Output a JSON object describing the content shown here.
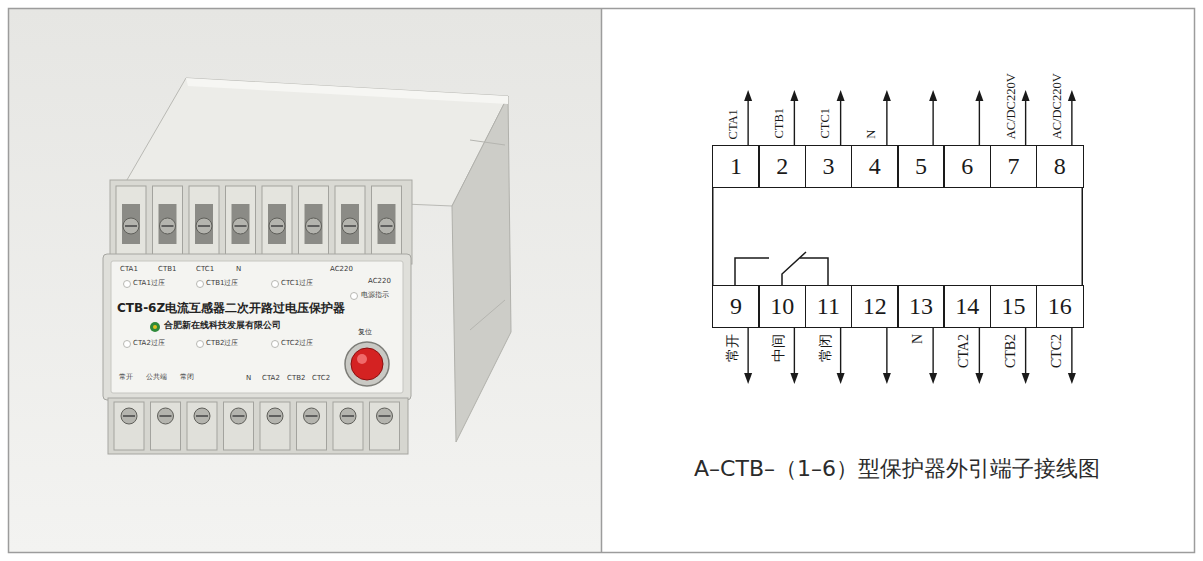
{
  "diagram": {
    "caption": "A–CTB–（1–6）型保护器外引端子接线图",
    "nodes": [
      {
        "text": [
          "1"
        ]
      },
      {
        "text": [
          "2"
        ]
      },
      {
        "text": [
          "3"
        ]
      },
      {
        "text": [
          "4"
        ]
      },
      {
        "text": [
          "5"
        ]
      },
      {
        "text": [
          "6"
        ]
      },
      {
        "text": [
          "7"
        ]
      },
      {
        "text": [
          "8"
        ]
      },
      {
        "text": [
          "9"
        ]
      },
      {
        "text": [
          "10"
        ]
      },
      {
        "text": [
          "11"
        ]
      },
      {
        "text": [
          "12"
        ]
      },
      {
        "text": [
          "13"
        ]
      },
      {
        "text": [
          "14"
        ]
      },
      {
        "text": [
          "15"
        ]
      },
      {
        "text": [
          "16"
        ]
      }
    ],
    "labels": [
      "CTA1",
      "CTB1",
      "CTC1",
      "N",
      "AC220",
      "CTA1过压",
      "CTB1过压",
      "CTC1过压",
      "AC220",
      "电源指示",
      "CTB-6Z电流互感器二次开路过电压保护器",
      "合肥新在线科技发展有限公司",
      "CTA2过压",
      "CTB2过压",
      "CTC2过压",
      "复位",
      "常开",
      "公共端",
      "常闭",
      "N",
      "CTA2",
      "CTB2",
      "CTC2",
      "CTA1",
      "CTB1",
      "CTC1",
      "N",
      "AC/DC220V",
      "AC/DC220V",
      "常开",
      "中间",
      "常闭",
      "N",
      "CTA2",
      "CTB2",
      "CTC2"
    ]
  }
}
